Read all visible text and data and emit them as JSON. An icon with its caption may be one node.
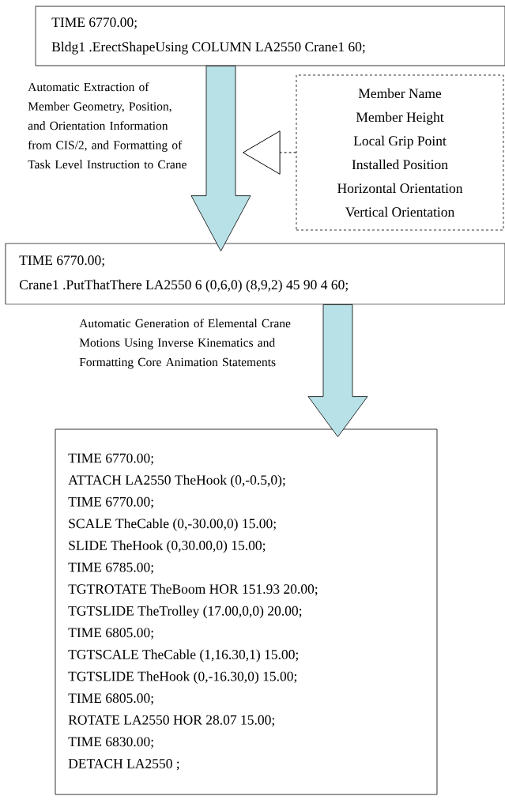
{
  "diagram": {
    "nodes": [
      {
        "text": [
          "TIME 6770.00;",
          "Bldg1 .ErectShapeUsing COLUMN LA2550 Crane1 60;"
        ]
      },
      {
        "text": [
          "Member Name",
          "Member Height",
          "Local Grip Point",
          "Installed Position",
          "Horizontal Orientation",
          "Vertical Orientation"
        ]
      },
      {
        "text": [
          "TIME 6770.00;",
          "Crane1 .PutThatThere LA2550 6 (0,6,0) (8,9,2) 45 90 4 60;"
        ]
      },
      {
        "text": [
          "TIME 6770.00;",
          "ATTACH LA2550 TheHook (0,-0.5,0);",
          "TIME 6770.00;",
          "SCALE TheCable (0,-30.00,0) 15.00;",
          "SLIDE TheHook (0,30.00,0) 15.00;",
          "TIME 6785.00;",
          "TGTROTATE TheBoom HOR 151.93 20.00;",
          "TGTSLIDE TheTrolley (17.00,0,0) 20.00;",
          "TIME 6805.00;",
          "TGTSCALE TheCable (1,16.30,1) 15.00;",
          "TGTSLIDE TheHook (0,-16.30,0) 15.00;",
          "TIME 6805.00;",
          "ROTATE LA2550 HOR 28.07 15.00;",
          "TIME 6830.00;",
          "DETACH LA2550 ;"
        ]
      }
    ],
    "edges": [
      {
        "from": 0,
        "to": 2,
        "arrow": "to",
        "label": "Automatic Extraction of Member Geometry, Position, and Orientation Information from CIS/2, and Formatting of Task Level Instruction to Crane"
      },
      {
        "from": 1,
        "to": null,
        "arrow": "to",
        "style": "dashed"
      },
      {
        "from": 2,
        "to": 3,
        "arrow": "to",
        "label": "Automatic Generation of Elemental Crane Motions Using Inverse Kinematics and Formatting Core Animation Statements"
      }
    ]
  }
}
